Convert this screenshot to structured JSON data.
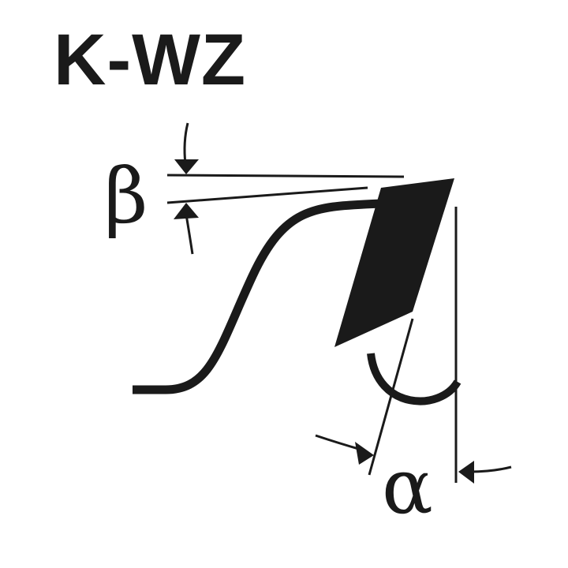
{
  "title": "K-WZ",
  "labels": {
    "beta": "β",
    "alpha": "α"
  },
  "colors": {
    "ink": "#1a1a1a",
    "background": "#ffffff"
  }
}
